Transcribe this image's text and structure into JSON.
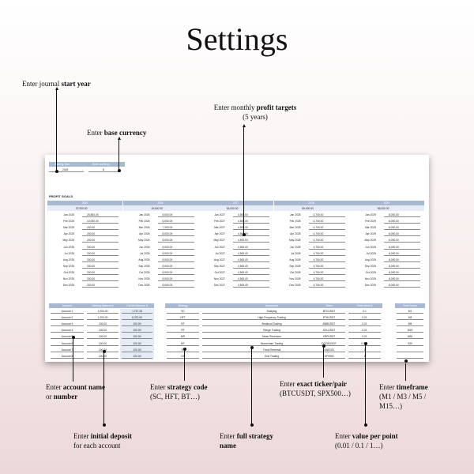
{
  "title": "Settings",
  "annotations": {
    "start_year": {
      "pre": "Enter journal ",
      "bold": "start year",
      "post": ""
    },
    "profit_targets": {
      "pre": "Enter monthly ",
      "bold": "profit targets",
      "post": " (5 years)"
    },
    "base_currency": {
      "pre": "Enter ",
      "bold": "base currency",
      "post": ""
    },
    "account_name": {
      "pre": "Enter ",
      "bold": "account name",
      "post": " or ",
      "bold2": "number"
    },
    "strategy_code": {
      "pre": "Enter ",
      "bold": "strategy code",
      "post": "(SC, HFT, BT…)"
    },
    "ticker": {
      "pre": "Enter ",
      "bold": "exact ticker/pair",
      "post": "(BTCUSDT, SPX500…)"
    },
    "timeframe": {
      "pre": "Enter ",
      "bold": "timeframe",
      "post": "(M1 / M3 / M5 / M15…)"
    },
    "initial_deposit": {
      "pre": "Enter ",
      "bold": "initial deposit",
      "post": "for each account"
    },
    "full_strategy": {
      "pre": "Enter ",
      "bold": "full strategy",
      "post": "name"
    },
    "value_per_point": {
      "pre": "Enter ",
      "bold": "value per point",
      "post": "(0.01 / 0.1 / 1…)"
    }
  },
  "sheet": {
    "start": {
      "h1": "Starting Year",
      "h2": "Enter currency",
      "year": "2025",
      "dash": "-",
      "currency": "$"
    },
    "profit_goals_label": "PROFIT GOALS",
    "years": [
      {
        "year": "2025",
        "total": "37,900.00",
        "months": [
          "Jan 2025",
          "Feb 2025",
          "Mar 2025",
          "Apr 2025",
          "May 2025",
          "Jun 2025",
          "Jul 2025",
          "Aug 2025",
          "Sep 2025",
          "Oct 2025",
          "Nov 2025",
          "Dec 2025"
        ],
        "values": [
          "25,800.00",
          "10,000.00",
          "200.00",
          "200.00",
          "200.00",
          "200.00",
          "200.00",
          "200.00",
          "200.00",
          "200.00",
          "200.00",
          "200.00"
        ]
      },
      {
        "year": "2026",
        "total": "19,000.00",
        "months": [
          "Jan 2026",
          "Feb 2026",
          "Mar 2026",
          "Apr 2026",
          "May 2026",
          "Jun 2026",
          "Jul 2026",
          "Aug 2026",
          "Sep 2026",
          "Oct 2026",
          "Nov 2026",
          "Dec 2026"
        ],
        "values": [
          "5,000.00",
          "6,000.00",
          "7,300.00",
          "8,000.00",
          "8,000.00",
          "8,000.00",
          "8,000.00",
          "8,000.00",
          "8,000.00",
          "8,000.00",
          "8,000.00",
          "8,000.00"
        ]
      },
      {
        "year": "2027",
        "total": "54,000.00",
        "months": [
          "Jan 2027",
          "Feb 2027",
          "Mar 2027",
          "Apr 2027",
          "May 2027",
          "Jun 2027",
          "Jul 2027",
          "Aug 2027",
          "Sep 2027",
          "Oct 2027",
          "Nov 2027",
          "Dec 2027"
        ],
        "values": [
          "4,500.00",
          "4,500.00",
          "4,500.00",
          "4,500.00",
          "4,500.00",
          "4,500.00",
          "4,500.00",
          "4,500.00",
          "4,500.00",
          "4,500.00",
          "4,500.00",
          "4,500.00"
        ]
      },
      {
        "year": "2028",
        "total": "56,400.00",
        "months": [
          "Jan 2028",
          "Feb 2028",
          "Mar 2028",
          "Apr 2028",
          "May 2028",
          "Jun 2028",
          "Jul 2028",
          "Aug 2028",
          "Sep 2028",
          "Oct 2028",
          "Nov 2028",
          "Dec 2028"
        ],
        "values": [
          "4,700.00",
          "4,700.00",
          "4,700.00",
          "4,700.00",
          "4,700.00",
          "4,700.00",
          "4,700.00",
          "4,700.00",
          "4,700.00",
          "4,700.00",
          "4,700.00",
          "4,700.00"
        ]
      },
      {
        "year": "2029",
        "total": "96,000.00",
        "months": [
          "Jan 2029",
          "Feb 2029",
          "Mar 2029",
          "Apr 2029",
          "May 2029",
          "Jun 2029",
          "Jul 2029",
          "Aug 2029",
          "Sep 2029",
          "Oct 2029",
          "Nov 2029",
          "Dec 2029"
        ],
        "values": [
          "8,000.00",
          "8,000.00",
          "8,000.00",
          "8,000.00",
          "8,000.00",
          "8,000.00",
          "8,000.00",
          "8,000.00",
          "8,000.00",
          "8,000.00",
          "8,000.00",
          "8,000.00"
        ]
      }
    ],
    "accounts": {
      "headers": [
        "Account",
        "Starting Balance $",
        "Current Balance $"
      ],
      "rows": [
        [
          "Account 1",
          "1,000.00",
          "1,747.25"
        ],
        [
          "Account 2",
          "1,200.00",
          "6,370.00"
        ],
        [
          "Account 3",
          "100.00",
          "100.00"
        ],
        [
          "Account 4",
          "100.00",
          "100.00"
        ],
        [
          "Account 5",
          "100.00",
          "100.00"
        ],
        [
          "Account 6",
          "100.00",
          "100.00"
        ],
        [
          "Account 7",
          "100.00",
          "100.00"
        ],
        [
          "Account 8",
          "100.00",
          "100.00"
        ]
      ]
    },
    "strategies": {
      "headers": [
        "Strategy",
        "Description"
      ],
      "rows": [
        [
          "SC",
          "Scalping"
        ],
        [
          "HFT",
          "High-Frequency Trading"
        ],
        [
          "BT",
          "Breakout Trading"
        ],
        [
          "RT",
          "Range Trading"
        ],
        [
          "MR",
          "Mean Reversion"
        ],
        [
          "MT",
          "Momentum Trading"
        ],
        [
          "TR",
          "Trend Reversal"
        ],
        [
          "GT",
          "Grid Trading"
        ]
      ]
    },
    "tickers": {
      "headers": [
        "Ticker",
        "Point Value $"
      ],
      "rows": [
        [
          "BTCUSDT",
          "0.1"
        ],
        [
          "ETHUSDT",
          "0.01"
        ],
        [
          "BNBUSDT",
          "0.01"
        ],
        [
          "SOLUSDT",
          "0.01"
        ],
        [
          "XRPUSDT",
          "0.01"
        ],
        [
          "DOGEUSDT",
          "0.001"
        ],
        [
          "NAS100",
          "1"
        ],
        [
          "SPX500",
          "1"
        ]
      ]
    },
    "timeframes": {
      "headers": [
        "Time Frame"
      ],
      "rows": [
        "M1",
        "M3",
        "M5",
        "M15",
        "M30",
        "S30",
        "",
        ""
      ]
    }
  }
}
